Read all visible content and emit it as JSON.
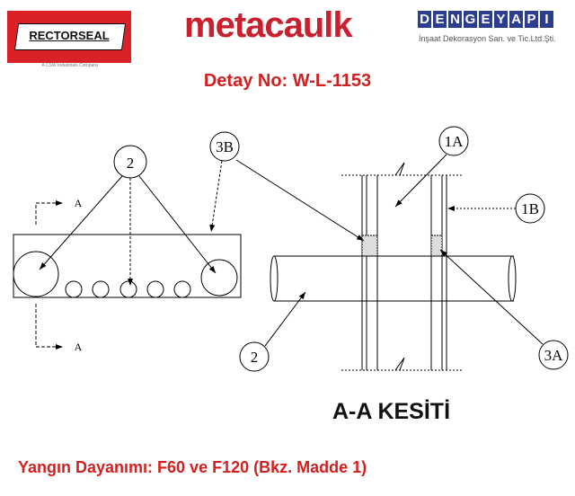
{
  "logos": {
    "rectorseal": "RECTORSEAL",
    "rectorseal_sub": "A CSW Industrials Company",
    "metacaulk": "metacaulk",
    "dengeyapi_letters": [
      "D",
      "E",
      "N",
      "G",
      "E",
      "Y",
      "A",
      "P",
      "I"
    ],
    "dengeyapi_sub": "İnşaat Dekorasyon San. ve Tic.Ltd.Şti."
  },
  "title": "Detay No: W-L-1153",
  "labels": {
    "item2": "2",
    "item3B": "3B",
    "item1A": "1A",
    "item1B": "1B",
    "item3A": "3A",
    "section_mark": "A"
  },
  "section_title": "A-A KESİTİ",
  "fire_rating": "Yangın Dayanımı: F60 ve F120 (Bkz. Madde 1)"
}
